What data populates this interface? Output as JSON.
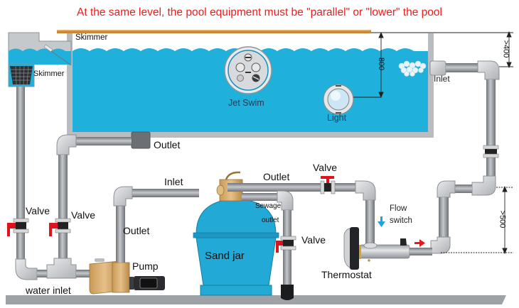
{
  "title": "At the same level, the pool equipment must be \"parallel\" or \"lower\" the pool",
  "colors": {
    "title": "#ee1c1c",
    "water": "#1fb0dc",
    "pipe": "#8d9196",
    "pipe_light": "#d3d5d8",
    "fitting": "#cfd1d4",
    "valve_handle": "#e0121c",
    "coping": "#c8873a",
    "pump_body": "#d9ae6c",
    "sand_jar": "#22a9d6",
    "ground": "#9ea2a6",
    "flow_arrow_blue": "#1fa3dc",
    "flow_arrow_red": "#e8181f"
  },
  "labels": {
    "skimmer_top": "Skimmer",
    "skimmer_basket": "Skimmer",
    "jet_swim": "Jet Swim",
    "light": "Light",
    "inlet_pool": "Inlet",
    "outlet_pool": "Outlet",
    "inlet_filter": "Inlet",
    "outlet_filter": "Outlet",
    "valve_top": "Valve",
    "valve_left1": "Valve",
    "valve_left2": "Valve",
    "valve_sewage": "Valve",
    "outlet_pump": "Outlet",
    "pump": "Pump",
    "water_inlet": "water inlet",
    "sand_jar": "Sand jar",
    "sewage": "Sewage",
    "sewage_outlet": "outlet",
    "flow": "Flow",
    "switch": "switch",
    "thermostat": "Thermostat"
  },
  "dimensions": {
    "depth": "800",
    "above_water": ">400",
    "below_pool": ">500"
  }
}
